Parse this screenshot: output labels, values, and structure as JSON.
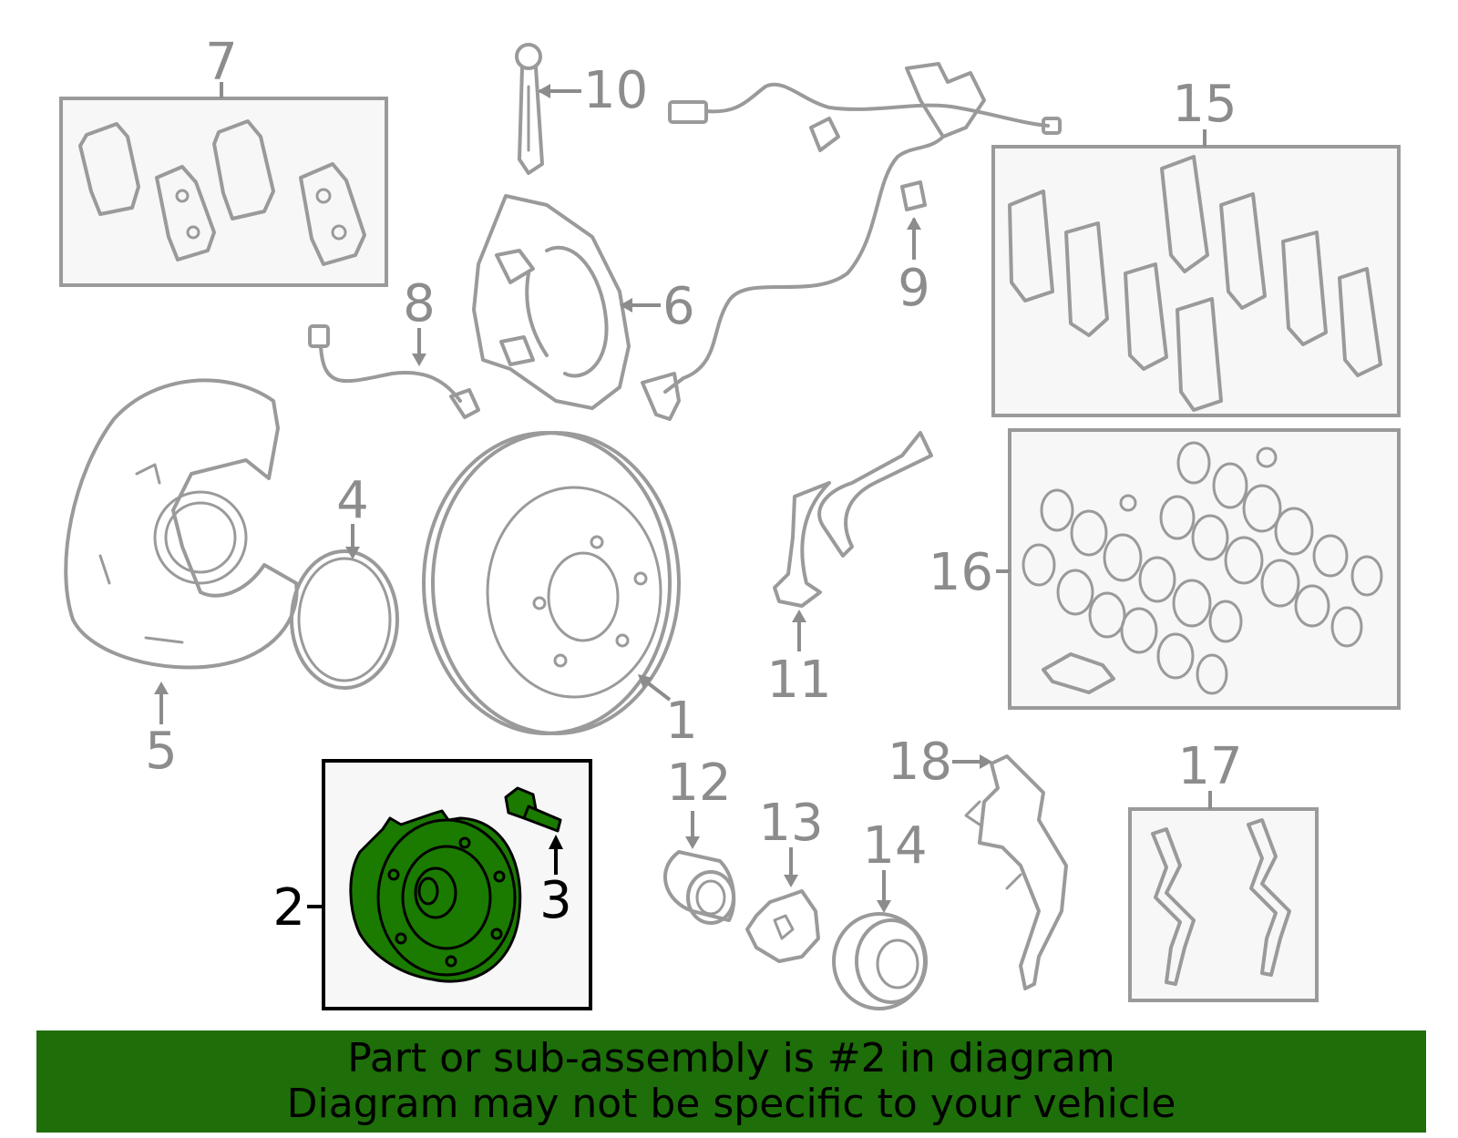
{
  "callouts": {
    "c1": "1",
    "c2": "2",
    "c3": "3",
    "c4": "4",
    "c5": "5",
    "c6": "6",
    "c7": "7",
    "c8": "8",
    "c9": "9",
    "c10": "10",
    "c11": "11",
    "c12": "12",
    "c13": "13",
    "c14": "14",
    "c15": "15",
    "c16": "16",
    "c17": "17",
    "c18": "18"
  },
  "highlight": {
    "part": "2",
    "fill_color": "#1b7a00"
  },
  "banner": {
    "line1": "Part or sub-assembly is #2 in diagram",
    "line2": "Diagram may not be specific to your vehicle",
    "background_color": "#1e6e0a"
  }
}
